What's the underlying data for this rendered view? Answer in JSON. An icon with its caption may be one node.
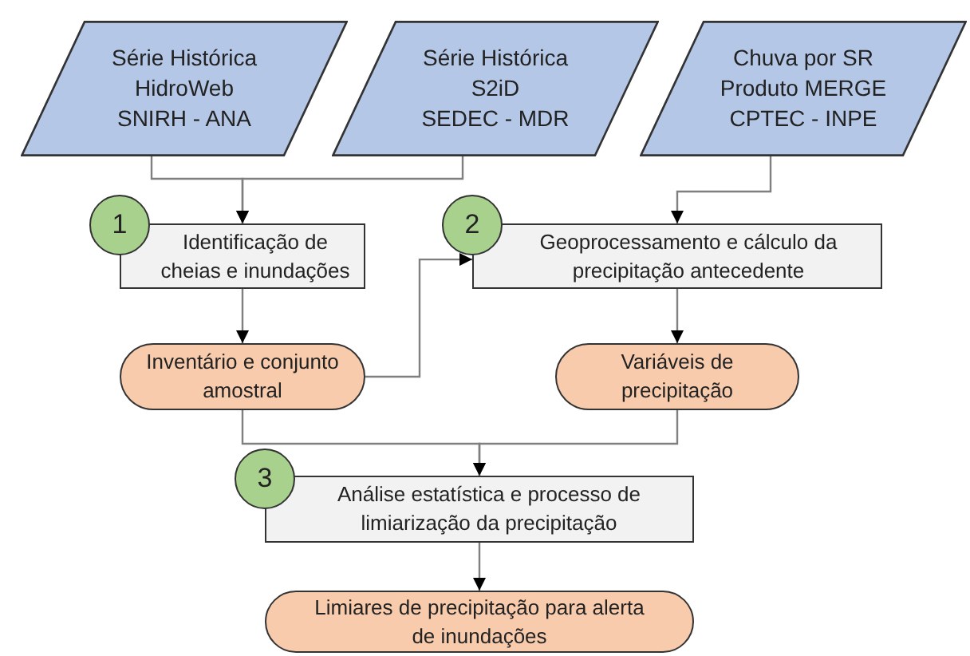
{
  "diagram": {
    "nodes": [
      {
        "text": [
          "Série Histórica",
          "HidroWeb",
          "SNIRH - ANA"
        ]
      },
      {
        "text": [
          "Série Histórica",
          "S2iD",
          "SEDEC - MDR"
        ]
      },
      {
        "text": [
          "Chuva por SR",
          "Produto MERGE",
          "CPTEC - INPE"
        ]
      },
      {
        "text": [
          "1"
        ]
      },
      {
        "text": [
          "Identificação de cheias e inundações"
        ]
      },
      {
        "text": [
          "2"
        ]
      },
      {
        "text": [
          "Geoprocessamento e cálculo da precipitação antecedente"
        ]
      },
      {
        "text": [
          "Inventário e conjunto amostral"
        ]
      },
      {
        "text": [
          "Variáveis de precipitação"
        ]
      },
      {
        "text": [
          "3"
        ]
      },
      {
        "text": [
          "Análise estatística e processo de limiarização da precipitação"
        ]
      },
      {
        "text": [
          "Limiares de precipitação para alerta de inundações"
        ]
      }
    ],
    "edges": [
      {
        "from": 0,
        "to": 4,
        "arrow": "to"
      },
      {
        "from": 1,
        "to": 4,
        "arrow": "to"
      },
      {
        "from": 2,
        "to": 6,
        "arrow": "to"
      },
      {
        "from": 4,
        "to": 7,
        "arrow": "to"
      },
      {
        "from": 7,
        "to": 6,
        "arrow": "to"
      },
      {
        "from": 6,
        "to": 8,
        "arrow": "to"
      },
      {
        "from": 7,
        "to": 10,
        "arrow": "to"
      },
      {
        "from": 8,
        "to": 10,
        "arrow": "to"
      },
      {
        "from": 10,
        "to": 11,
        "arrow": "to"
      }
    ]
  }
}
